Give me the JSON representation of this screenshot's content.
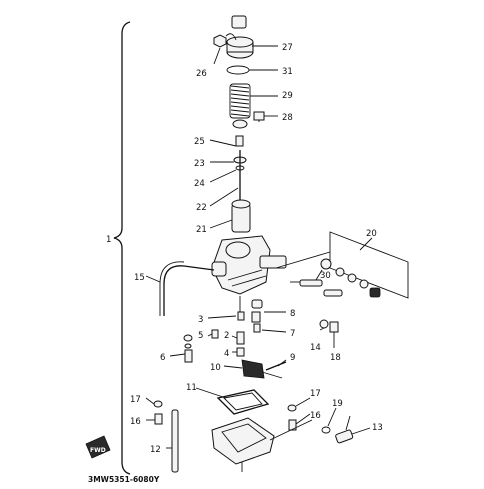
{
  "diagram": {
    "callouts": [
      "1",
      "2",
      "3",
      "4",
      "5",
      "6",
      "7",
      "8",
      "9",
      "10",
      "11",
      "12",
      "13",
      "14",
      "15",
      "16",
      "16",
      "17",
      "17",
      "18",
      "19",
      "20",
      "21",
      "22",
      "23",
      "24",
      "25",
      "26",
      "27",
      "28",
      "29",
      "30",
      "31"
    ],
    "fwd_label": "FWD",
    "diagram_code": "3MW5351-6080Y"
  }
}
